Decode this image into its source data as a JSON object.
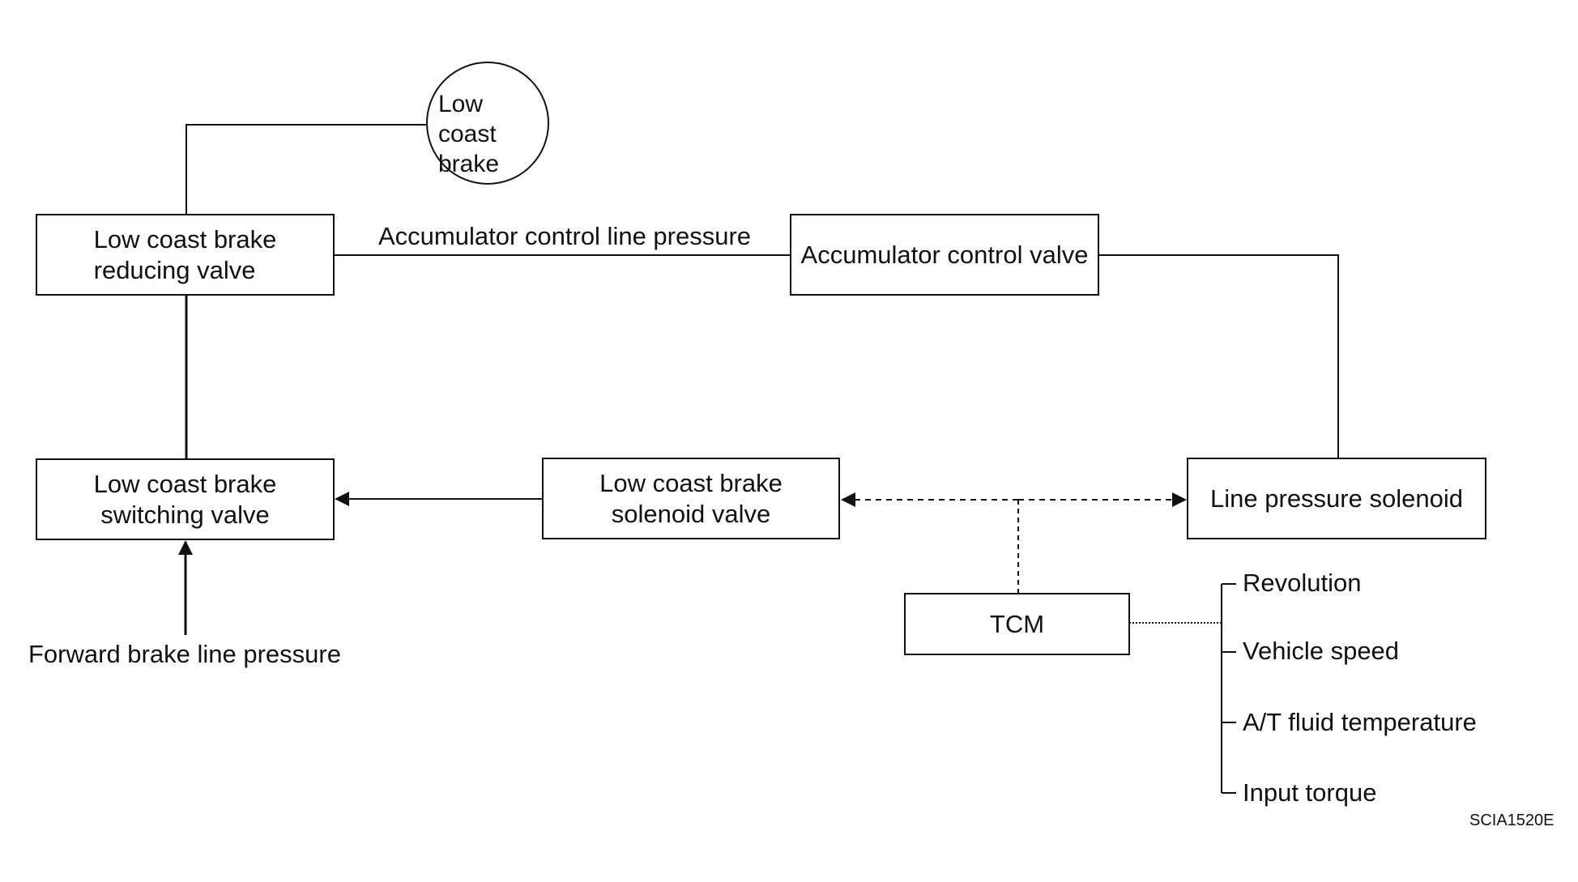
{
  "nodes": {
    "low_coast_brake": {
      "line1": "Low coast",
      "line2": "brake"
    },
    "reducing_valve": {
      "line1": "Low coast brake",
      "line2": "reducing valve"
    },
    "switching_valve": {
      "line1": "Low coast brake",
      "line2": "switching valve"
    },
    "solenoid_valve": {
      "line1": "Low coast brake",
      "line2": "solenoid valve"
    },
    "accumulator_control_valve": {
      "label": "Accumulator control valve"
    },
    "line_pressure_solenoid": {
      "label": "Line pressure solenoid"
    },
    "tcm": {
      "label": "TCM"
    }
  },
  "labels": {
    "accumulator_line": "Accumulator control line pressure",
    "forward_brake_line": "Forward brake line pressure"
  },
  "tcm_inputs": [
    "Revolution",
    "Vehicle speed",
    "A/T fluid temperature",
    "Input torque"
  ],
  "figure_code": "SCIA1520E"
}
